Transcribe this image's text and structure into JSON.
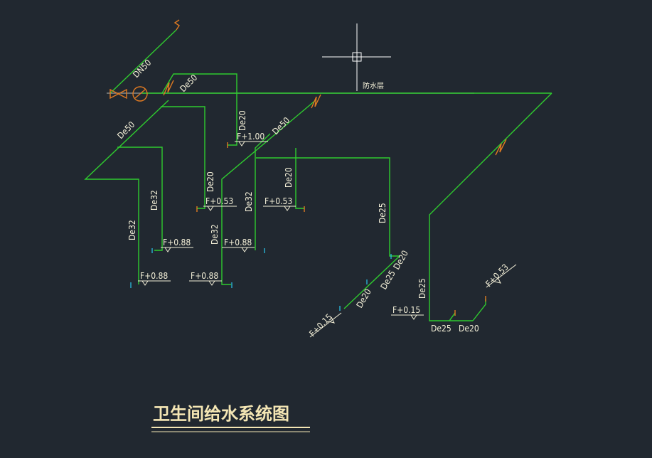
{
  "title": "卫生间给水系统图",
  "labels": {
    "dn50": "DN50",
    "de50_top": "De50",
    "de50_left": "De50",
    "de50_mid": "De50",
    "de20_a": "De20",
    "de20_b": "De20",
    "de20_c": "De20",
    "de32_a": "De32",
    "de32_b": "De32",
    "de32_c": "De32",
    "de32_d": "De32",
    "de25_a": "De25",
    "de25_b": "De25",
    "de25_c": "De25",
    "de20_d": "De20",
    "de20_e": "De20",
    "de25_bottom": "De25",
    "de20_bottom": "De20",
    "floor": "防水层"
  },
  "elevations": {
    "e1": "F+1.00",
    "e2": "F+0.53",
    "e3": "F+0.53",
    "e4": "F+0.88",
    "e5": "F+0.88",
    "e6": "F+0.88",
    "e7": "F+0.88",
    "e8": "F+0.15",
    "e9": "F+0.15",
    "e10": "F+0.53"
  },
  "colors": {
    "background": "#212830",
    "pipe": "#2fcb2f",
    "valve": "#e07a22",
    "text": "#f4f0d8",
    "fitting": "#29c8ef"
  }
}
